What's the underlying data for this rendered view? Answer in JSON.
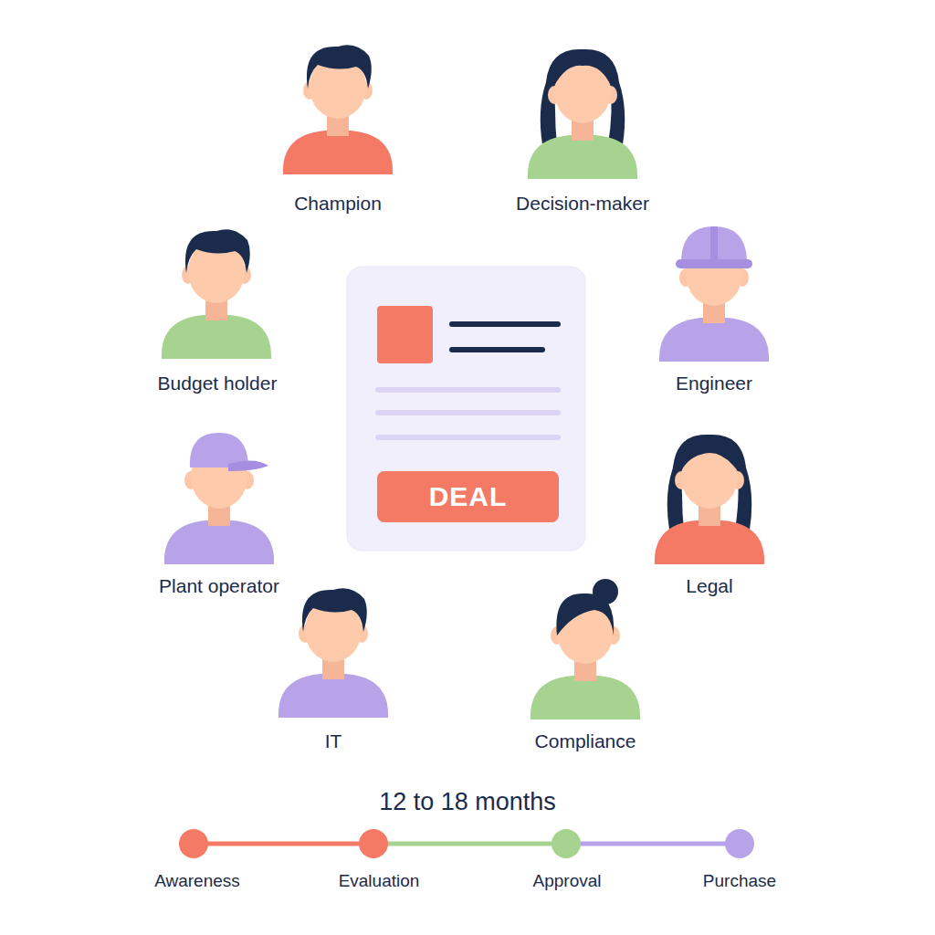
{
  "diagram": {
    "title": "12 to 18 months",
    "nodes": [
      {
        "text": [
          "DEAL"
        ]
      }
    ],
    "labels": [
      "Champion",
      "Decision-maker",
      "Budget holder",
      "Engineer",
      "Plant operator",
      "Legal",
      "IT",
      "Compliance",
      "Awareness",
      "Evaluation",
      "Approval",
      "Purchase"
    ]
  }
}
